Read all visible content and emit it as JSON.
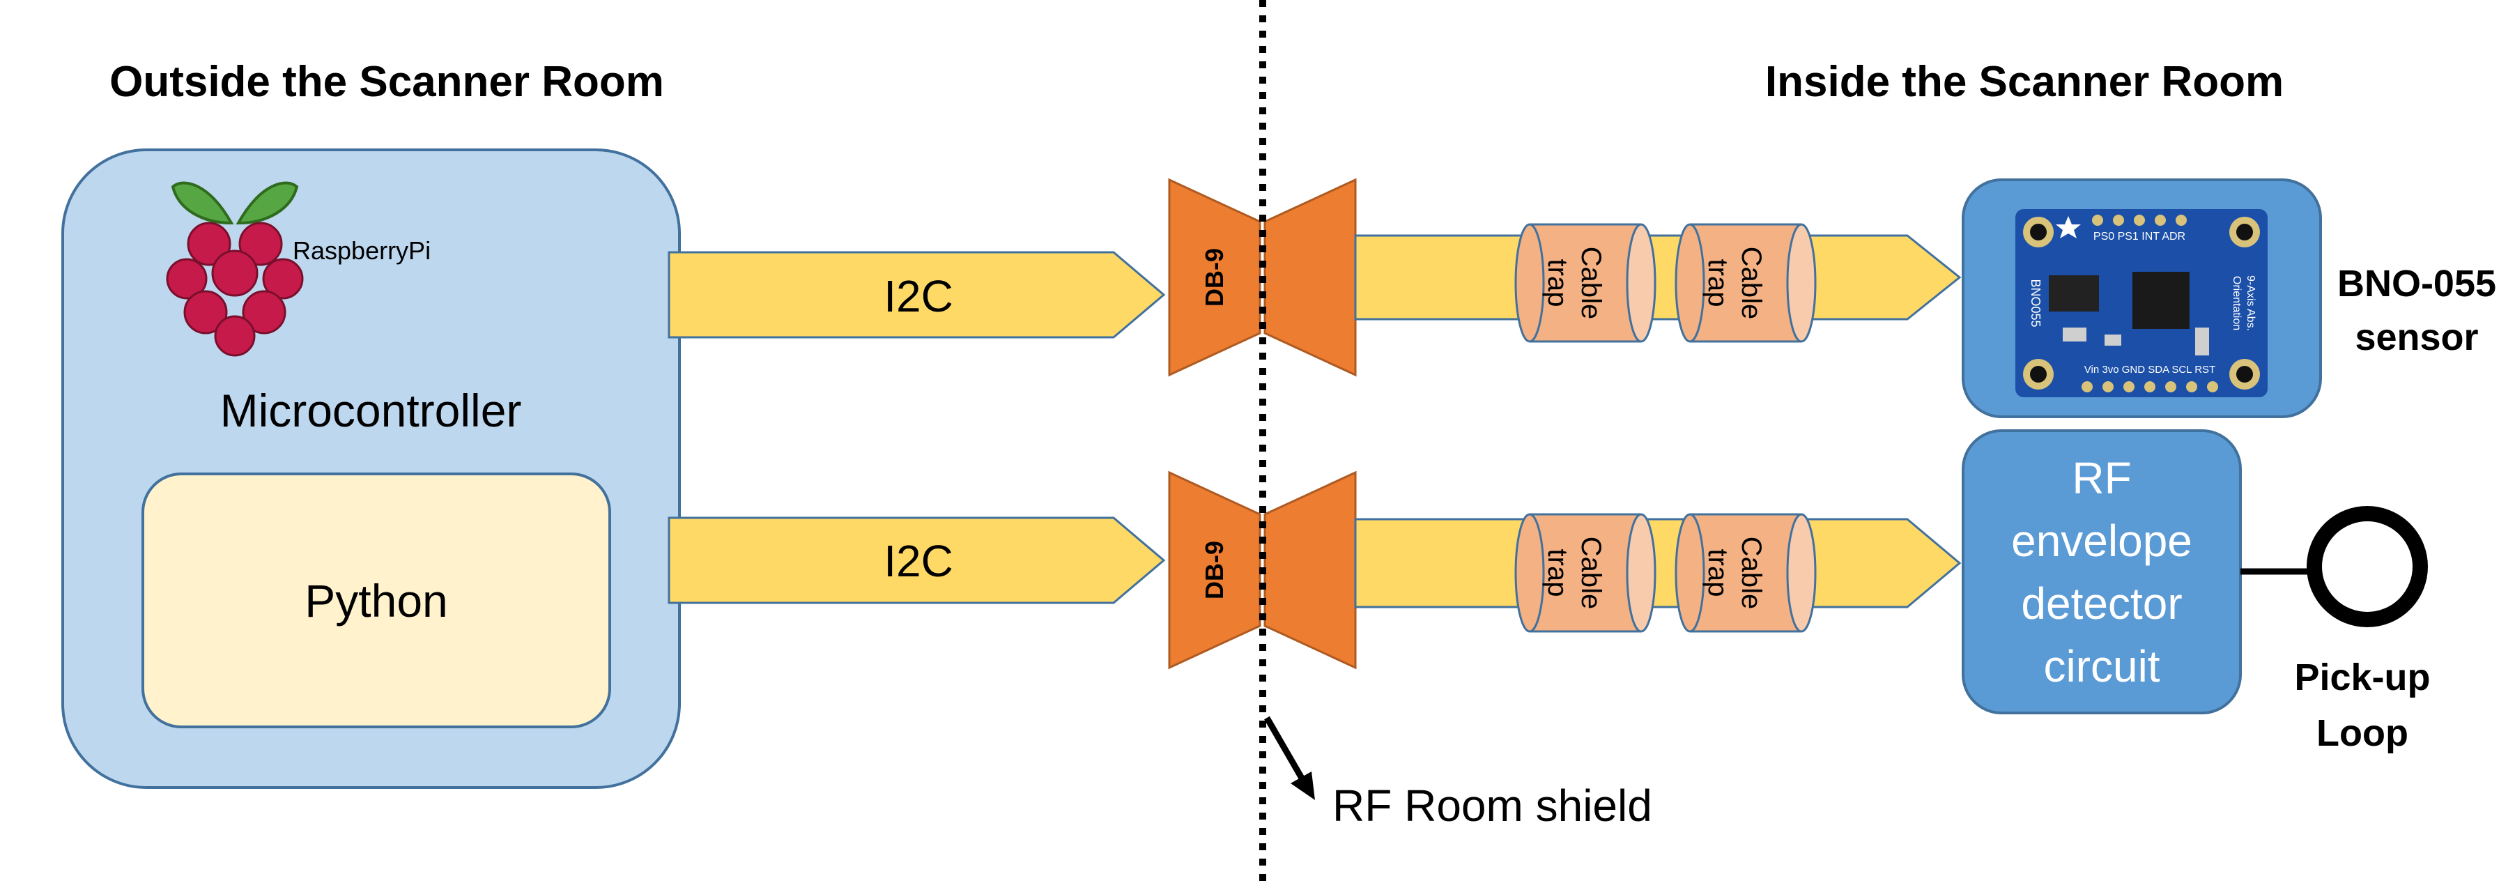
{
  "headings": {
    "outside": "Outside the Scanner Room",
    "inside": "Inside the Scanner Room"
  },
  "microcontroller": {
    "logo_text": "RaspberryPi",
    "label": "Microcontroller",
    "software": "Python"
  },
  "links": {
    "top": {
      "protocol": "I2C",
      "connector": "DB-9",
      "trap_label_1": "Cable",
      "trap_label_2": "trap"
    },
    "bottom": {
      "protocol": "I2C",
      "connector": "DB-9",
      "trap_label_1": "Cable",
      "trap_label_2": "trap"
    }
  },
  "sensor": {
    "label_line1": "BNO-055",
    "label_line2": "sensor",
    "board": {
      "top_pins": "PS0 PS1 INT ADR",
      "bottom_pins": "Vin 3vo GND SDA SCL RST",
      "side_left": "BNO055",
      "side_right_1": "9-Axis Abs.",
      "side_right_2": "Orientation"
    }
  },
  "detector": {
    "line1": "RF",
    "line2": "envelope",
    "line3": "detector",
    "line4": "circuit"
  },
  "pickup": {
    "line1": "Pick-up",
    "line2": "Loop"
  },
  "shield_label": "RF Room shield",
  "colors": {
    "micro_fill": "#bdd7ee",
    "micro_stroke": "#41719c",
    "python_fill": "#fff2cc",
    "arrow_fill": "#ffd966",
    "connector_fill": "#ed7d31",
    "trap_fill": "#f4b183",
    "block_fill": "#5b9bd5",
    "pcb_fill": "#1b4fa8"
  }
}
